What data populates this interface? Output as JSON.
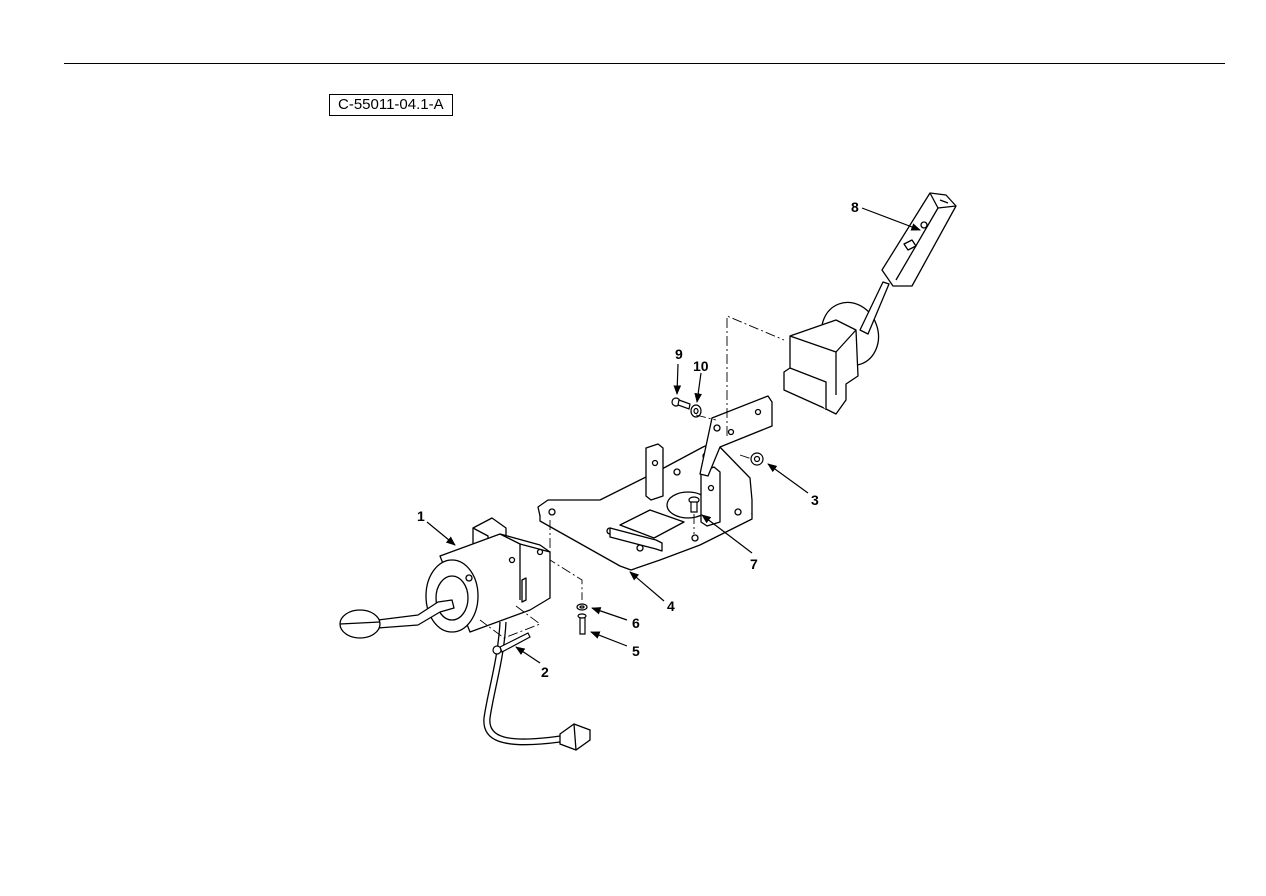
{
  "figure": {
    "id_label": "C-55011-04.1-A"
  },
  "callouts": [
    {
      "n": "1",
      "part": "joystick-control-unit"
    },
    {
      "n": "2",
      "part": "screw"
    },
    {
      "n": "3",
      "part": "nut"
    },
    {
      "n": "4",
      "part": "mounting-plate"
    },
    {
      "n": "5",
      "part": "bolt"
    },
    {
      "n": "6",
      "part": "washer"
    },
    {
      "n": "7",
      "part": "bolt"
    },
    {
      "n": "8",
      "part": "switch-lever"
    },
    {
      "n": "9",
      "part": "bolt"
    },
    {
      "n": "10",
      "part": "washer"
    }
  ]
}
